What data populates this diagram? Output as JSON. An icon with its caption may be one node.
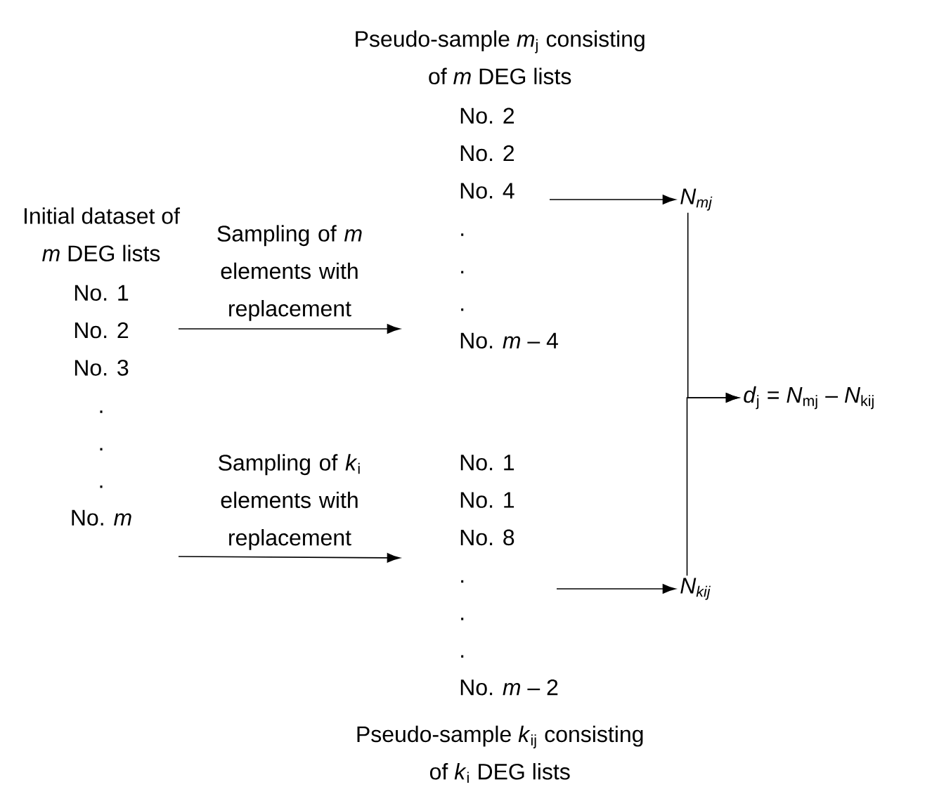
{
  "diagram": {
    "nodes": [
      {
        "text": [
          "Initial dataset of *m* DEG lists",
          "No. 1",
          "No. 2",
          "No. 3",
          ".",
          ".",
          ".",
          "No. *m*"
        ]
      },
      {
        "text": [
          "Pseudo-sample *m*$_{j}$ consisting of *m* DEG lists",
          "No. 2",
          "No. 2",
          "No. 4",
          ".",
          ".",
          ".",
          "No. *m* – 4"
        ]
      },
      {
        "text": [
          "No. 1",
          "No. 1",
          "No. 8",
          ".",
          ".",
          ".",
          "No. *m* – 2",
          "Pseudo-sample *k*$_{ij}$ consisting of *k*$_{i}$ DEG lists"
        ]
      },
      {
        "text": [
          "N$_{mj}$"
        ]
      },
      {
        "text": [
          "N$_{kij}$"
        ]
      },
      {
        "text": [
          "*d*$_{j}$ = *N*$_{mj}$ – *N*$_{kij}$"
        ]
      }
    ],
    "edges": [
      {
        "from": 0,
        "to": 1,
        "arrow": "to",
        "label": "Sampling of *m* elements with replacement"
      },
      {
        "from": 0,
        "to": 2,
        "arrow": "to",
        "label": "Sampling of *k*$_{i}$ elements with replacement"
      },
      {
        "from": 1,
        "to": 3,
        "arrow": "to"
      },
      {
        "from": 2,
        "to": 4,
        "arrow": "to"
      },
      {
        "from": 3,
        "to": 5,
        "arrow": "to"
      },
      {
        "from": 4,
        "to": 5,
        "arrow": "to"
      }
    ]
  }
}
